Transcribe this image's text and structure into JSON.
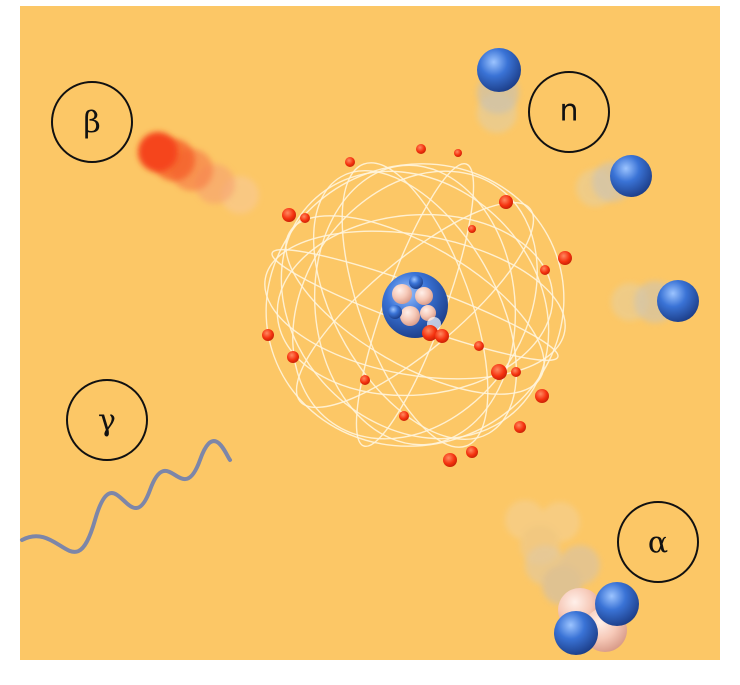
{
  "colors": {
    "background": "#fcc766",
    "electron": "#f5320f",
    "orbit": "#fff4dc",
    "neutron": "#3a73d6",
    "proton": "#f6c9b8",
    "wave": "#7d86a8",
    "label_border": "#111111"
  },
  "labels": {
    "beta": "β",
    "neutron": "n",
    "gamma": "γ",
    "alpha": "α"
  },
  "icons": {
    "atom": "atom-icon",
    "beta_particle": "electron-trail-icon",
    "neutron_particle": "neutron-sphere-icon",
    "gamma_ray": "wave-icon",
    "alpha_particle": "helium-nucleus-icon"
  }
}
